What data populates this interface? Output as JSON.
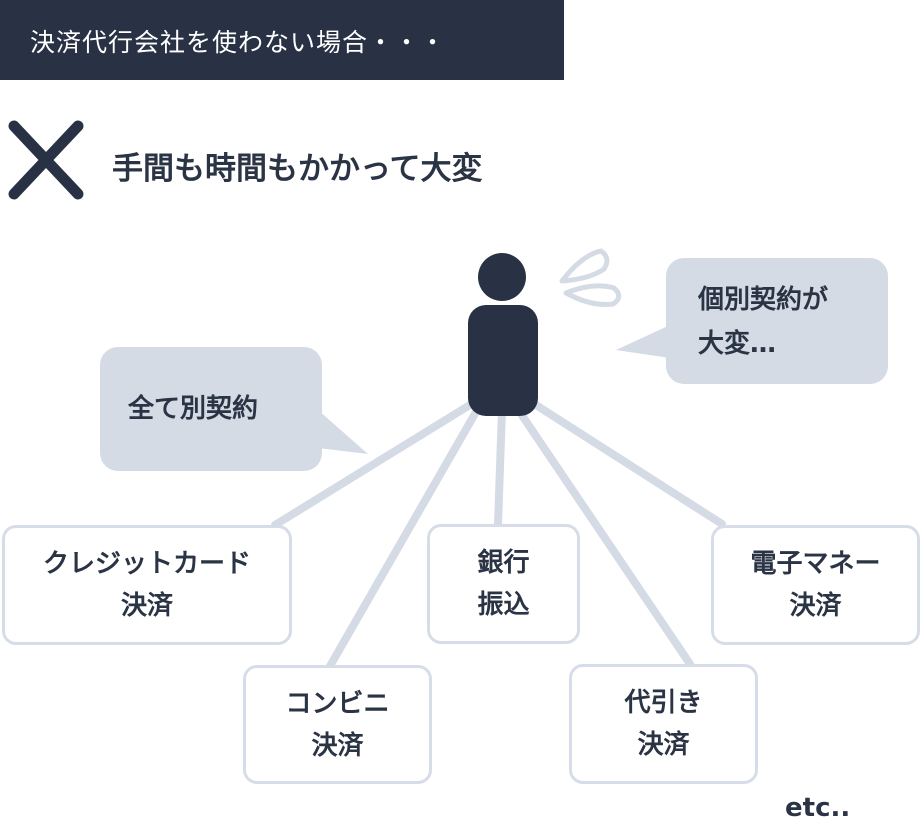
{
  "header": {
    "title": "決済代行会社を使わない場合・・・"
  },
  "verdict": {
    "icon": "cross-icon",
    "text": "手間も時間もかかって大変"
  },
  "bubbles": {
    "left": "全て別契約",
    "right_line1": "個別契約が",
    "right_line2": "大変…"
  },
  "nodes": [
    {
      "line1": "クレジットカード",
      "line2": "決済"
    },
    {
      "line1": "コンビニ",
      "line2": "決済"
    },
    {
      "line1": "銀行",
      "line2": "振込"
    },
    {
      "line1": "代引き",
      "line2": "決済"
    },
    {
      "line1": "電子マネー",
      "line2": "決済"
    }
  ],
  "footer": {
    "etc": "etc.."
  },
  "colors": {
    "dark": "#283244",
    "bubble": "#d5dbe5",
    "connector": "#d5dbe5",
    "node_border": "#d7dde8"
  }
}
